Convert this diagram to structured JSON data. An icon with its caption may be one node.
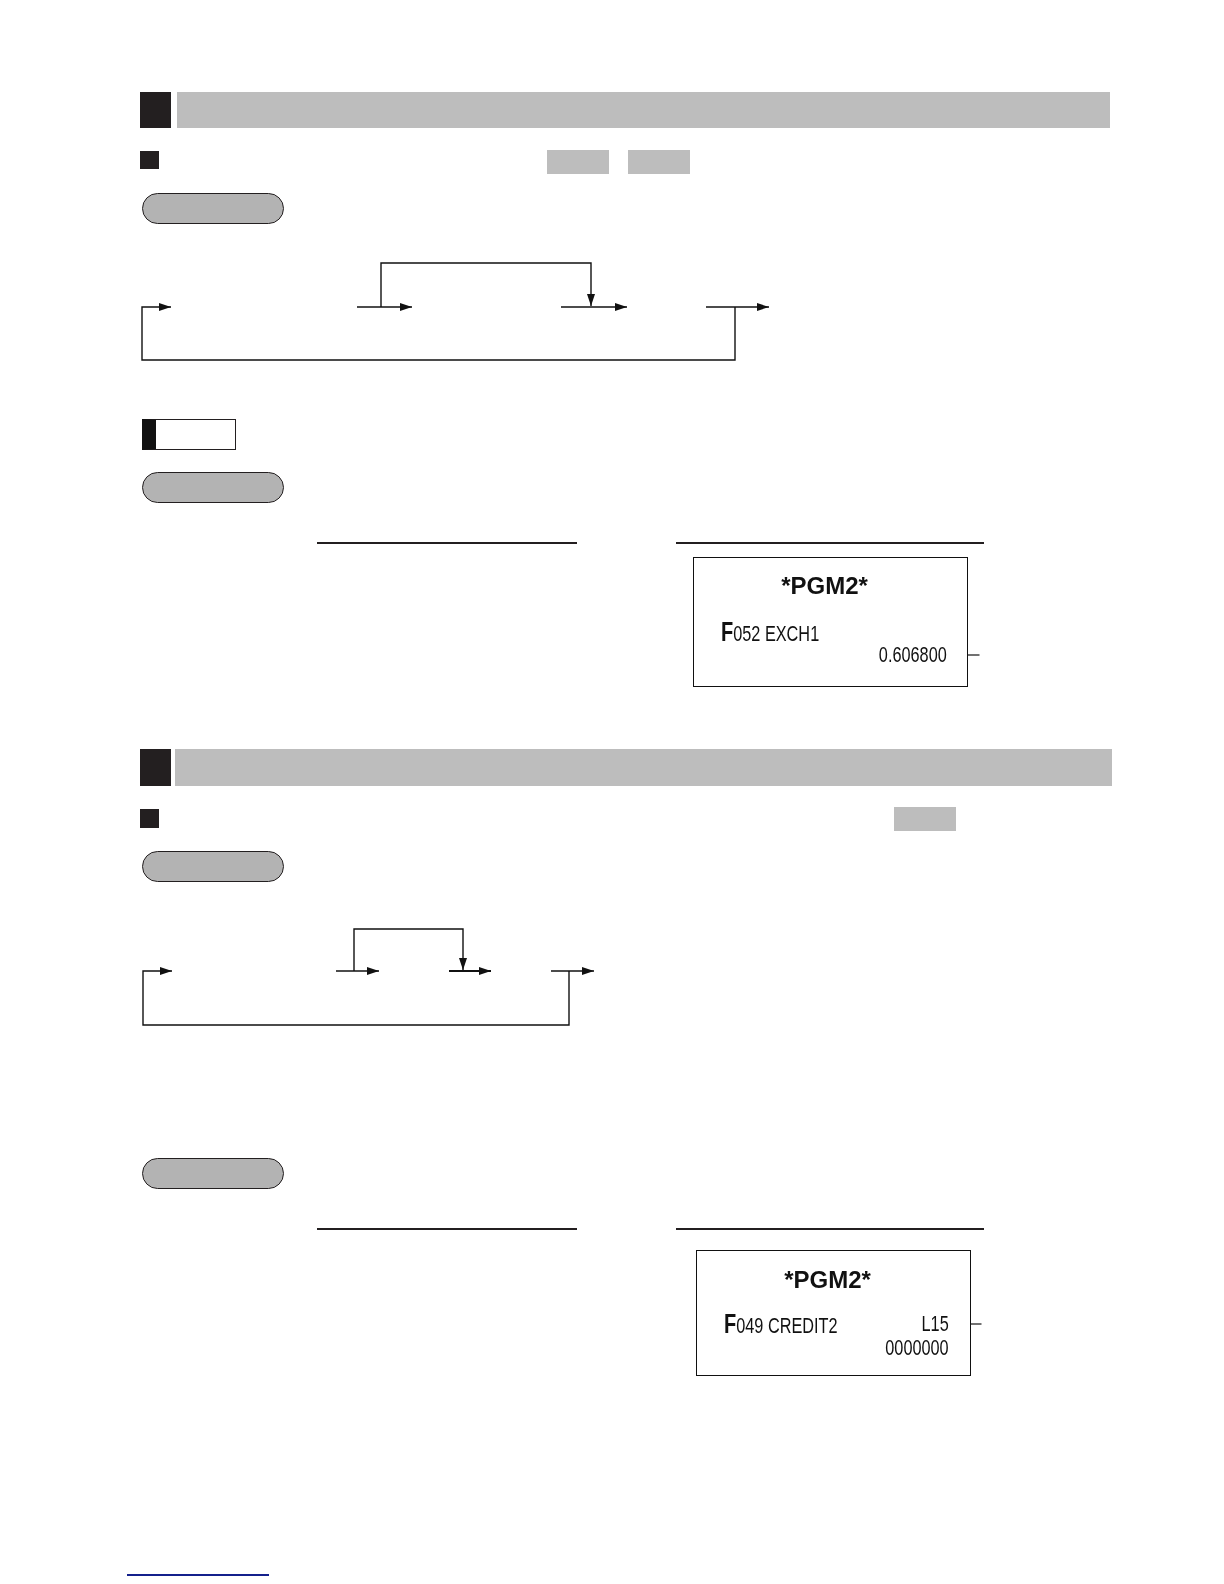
{
  "diagram": {
    "nodes": [
      {
        "text": [],
        "shape": "pill"
      },
      {
        "text": [],
        "shape": "box"
      },
      {
        "text": [],
        "shape": "pill"
      },
      {
        "text": [
          "*PGM2*",
          "**F**052 EXCH1"
        ]
      },
      {
        "text": [
          "0.606800"
        ],
        "in": 3
      },
      {
        "text": [],
        "shape": "pill"
      },
      {
        "text": [],
        "shape": "pill"
      },
      {
        "text": [
          "*PGM2*",
          "**F**049 CREDIT2",
          "0000000"
        ]
      },
      {
        "text": [
          "L15"
        ],
        "in": 7
      }
    ],
    "edges": [
      {
        "from": 4,
        "to": null,
        "arrow": "none"
      },
      {
        "from": 8,
        "to": null,
        "arrow": "none"
      }
    ]
  }
}
